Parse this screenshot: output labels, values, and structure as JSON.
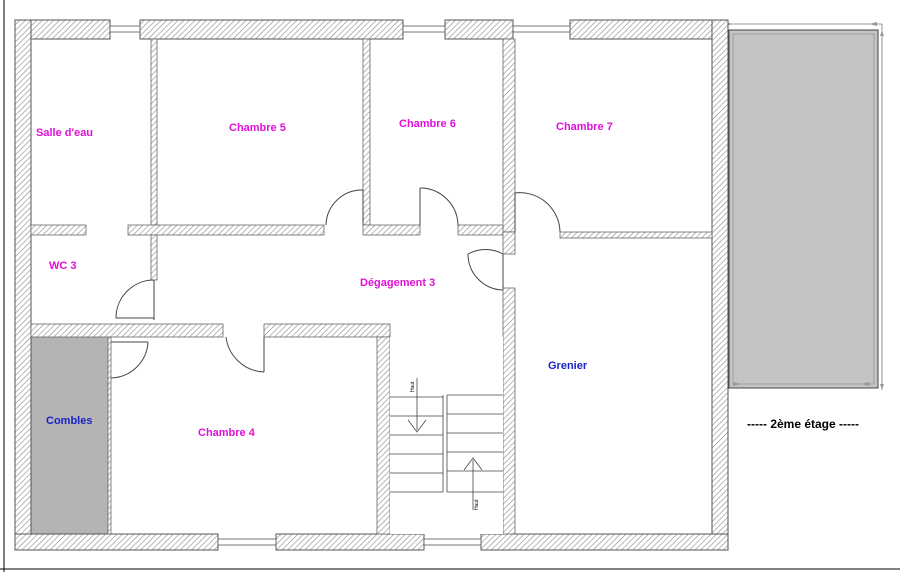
{
  "colors": {
    "room_label": "#e010d8",
    "special_label": "#1a22c8",
    "wall_stroke": "#555555",
    "hatch": "#8a8a8a",
    "combles_fill": "#b4b4b4",
    "balcony_fill": "#c4c4c4"
  },
  "rooms": {
    "salle_eau": "Salle d'eau",
    "chambre5": "Chambre 5",
    "chambre6": "Chambre 6",
    "chambre7": "Chambre 7",
    "wc3": "WC 3",
    "degagement3": "Dégagement 3",
    "grenier": "Grenier",
    "combles": "Combles",
    "chambre4": "Chambre 4"
  },
  "stairs": {
    "haut_upper": "Haut",
    "haut_lower": "Haut"
  },
  "floor_caption": "----- 2ème étage -----"
}
